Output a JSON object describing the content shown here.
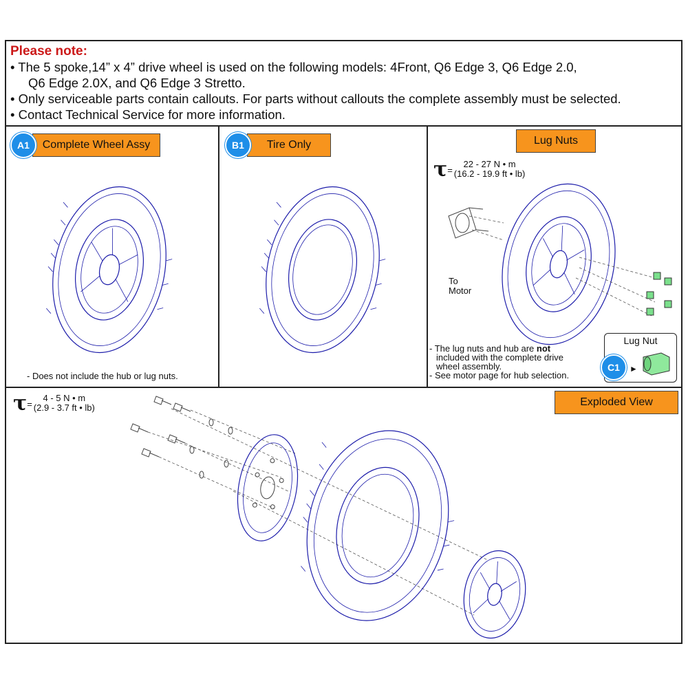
{
  "note": {
    "title": "Please note:",
    "line1": "• The 5 spoke,14” x 4” drive wheel is used on the following models: 4Front, Q6 Edge 3, Q6 Edge 2.0,",
    "line1b": "Q6 Edge 2.0X, and Q6 Edge 3 Stretto.",
    "line2": "• Only serviceable parts contain callouts. For parts without callouts the complete assembly must be selected.",
    "line3": "• Contact Technical Service for more information."
  },
  "panels": {
    "a1": {
      "callout": "A1",
      "label": "Complete Wheel Assy",
      "caption": "- Does not include the hub or lug nuts."
    },
    "b1": {
      "callout": "B1",
      "label": "Tire Only"
    },
    "lug": {
      "label": "Lug Nuts",
      "torque_metric": "22 - 27 N • m",
      "torque_imperial": "(16.2 - 19.9 ft • lb)",
      "to_motor_1": "To",
      "to_motor_2": "Motor",
      "note_1a": "- The lug nuts and hub are ",
      "note_1bold": "not",
      "note_1b": "included with the complete drive",
      "note_1c": "wheel assembly.",
      "note_2": "- See motor page for hub selection.",
      "lug_nut_label": "Lug Nut",
      "lug_nut_callout": "C1"
    }
  },
  "exploded": {
    "label": "Exploded View",
    "torque_metric": "4 - 5 N • m",
    "torque_imperial": "(2.9 - 3.7 ft • lb)"
  },
  "colors": {
    "note_title": "#cc1a1a",
    "tag": "#f7941d",
    "callout": "#1e8ee8",
    "line_art": "#1c1caa"
  }
}
